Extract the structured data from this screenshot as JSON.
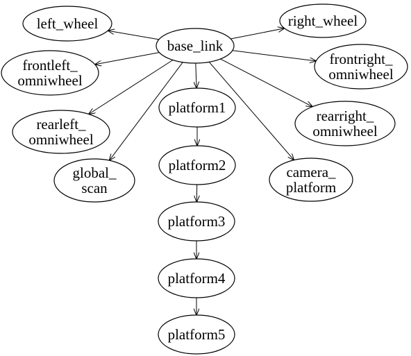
{
  "nodes": {
    "left_wheel": [
      "left_wheel"
    ],
    "right_wheel": [
      "right_wheel"
    ],
    "base_link": [
      "base_link"
    ],
    "frontleft_omniwheel": [
      "frontleft_",
      "omniwheel"
    ],
    "frontright_omniwheel": [
      "frontright_",
      "omniwheel"
    ],
    "platform1": [
      "platform1"
    ],
    "rearleft_omniwheel": [
      "rearleft_",
      "omniwheel"
    ],
    "rearright_omniwheel": [
      "rearright_",
      "omniwheel"
    ],
    "global_scan": [
      "global_",
      "scan"
    ],
    "platform2": [
      "platform2"
    ],
    "camera_platform": [
      "camera_",
      "platform"
    ],
    "platform3": [
      "platform3"
    ],
    "platform4": [
      "platform4"
    ],
    "platform5": [
      "platform5"
    ]
  },
  "edges": [
    [
      "base_link",
      "left_wheel"
    ],
    [
      "base_link",
      "right_wheel"
    ],
    [
      "base_link",
      "frontleft_omniwheel"
    ],
    [
      "base_link",
      "frontright_omniwheel"
    ],
    [
      "base_link",
      "platform1"
    ],
    [
      "base_link",
      "rearleft_omniwheel"
    ],
    [
      "base_link",
      "rearright_omniwheel"
    ],
    [
      "base_link",
      "global_scan"
    ],
    [
      "base_link",
      "camera_platform"
    ],
    [
      "platform1",
      "platform2"
    ],
    [
      "platform2",
      "platform3"
    ],
    [
      "platform3",
      "platform4"
    ],
    [
      "platform4",
      "platform5"
    ]
  ]
}
